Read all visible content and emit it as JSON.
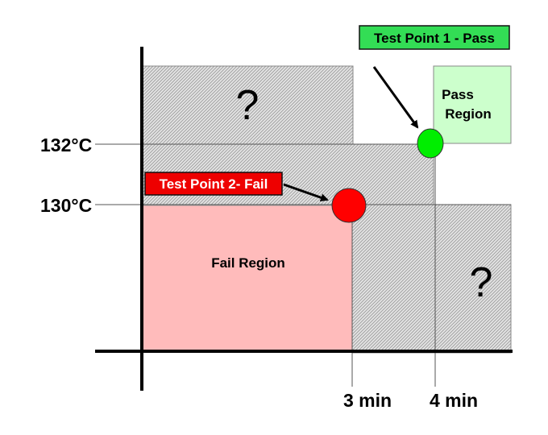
{
  "regions": {
    "unknown_upper_label": "?",
    "unknown_lower_label": "?",
    "fail_label": "Fail Region",
    "pass_label_line1": "Pass",
    "pass_label_line2": "Region"
  },
  "axis_labels": {
    "temp_high": "132°C",
    "temp_low": "130°C",
    "time_short": "3 min",
    "time_long": "4 min"
  },
  "test_points": {
    "pass": {
      "label": "Test Point 1 - Pass",
      "color": "#00ee00",
      "label_bg": "#33dd55"
    },
    "fail": {
      "label": "Test Point 2- Fail",
      "color": "#ff0000",
      "label_bg": "#ee0000"
    }
  },
  "colors": {
    "fail_region": "#ffbbbb",
    "pass_region": "#ccffcc",
    "unknown_region": "#d8d8d8",
    "axis": "#000000"
  }
}
